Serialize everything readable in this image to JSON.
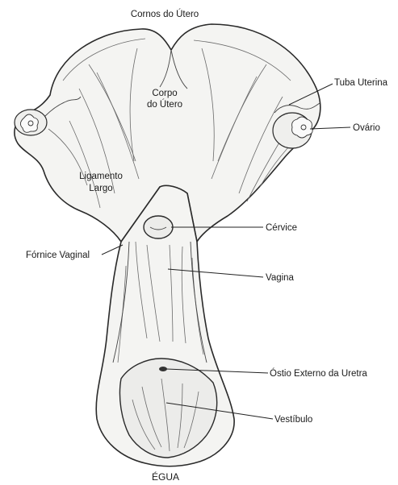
{
  "labels": {
    "cornos": "Cornos do Útero",
    "corpo_line1": "Corpo",
    "corpo_line2": "do Útero",
    "tuba": "Tuba Uterina",
    "ovario": "Ovário",
    "ligamento_line1": "Ligamento",
    "ligamento_line2": "Largo",
    "cervice": "Cérvice",
    "fornice": "Fórnice Vaginal",
    "vagina": "Vagina",
    "ostio": "Óstio Externo da Uretra",
    "vestibulo": "Vestíbulo"
  },
  "caption": "ÉGUA"
}
